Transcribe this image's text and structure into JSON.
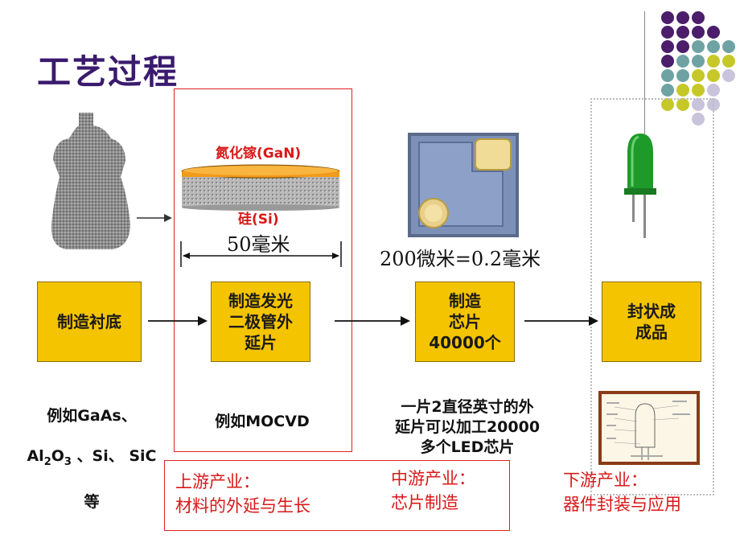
{
  "title": "工艺过程",
  "steps": [
    {
      "label": "制造衬底"
    },
    {
      "label": "制造发光\n二极管外\n延片"
    },
    {
      "label": "制造\n芯片\n40000个"
    },
    {
      "label": "封状成\n成品"
    }
  ],
  "wafer": {
    "top_label": "氮化镓(GaN)",
    "bottom_label": "硅(Si)",
    "dimension": "50毫米"
  },
  "chip": {
    "dimension": "200微米=0.2毫米"
  },
  "captions": {
    "substrate_line1": "例如GaAs、",
    "substrate_line2_pre": "Al",
    "substrate_sub1": "2",
    "substrate_mid": "O",
    "substrate_sub2": "3",
    "substrate_post": " 、Si、 SiC",
    "substrate_line3": "等",
    "epitaxy": "例如MOCVD",
    "chip": "一片2直径英寸的外\n延片可以加工20000\n多个LED芯片"
  },
  "industry": {
    "upstream": "上游产业：\n材料的外延与生长",
    "midstream": "中游产业：\n芯片制造",
    "downstream": "下游产业：\n器件封装与应用"
  },
  "colors": {
    "box_fill": "#f5c400",
    "title": "#3a1a6e",
    "accent_red": "#d81818",
    "dot_purple": "#4b1d6b",
    "dot_teal": "#6fa3a3",
    "dot_lime": "#c6c82a",
    "dot_lavender": "#c9c4dc"
  }
}
